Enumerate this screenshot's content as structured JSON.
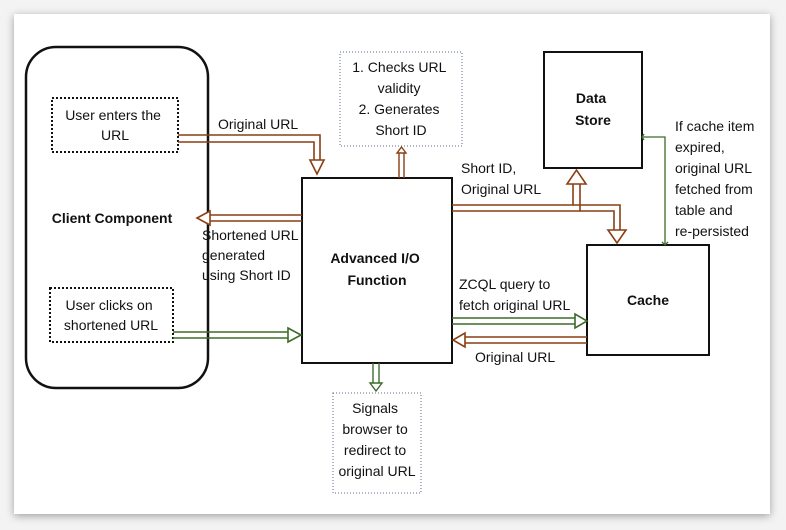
{
  "client_component": {
    "title": "Client Component",
    "user_enters_box": [
      "User enters the",
      "URL"
    ],
    "user_clicks_box": [
      "User clicks on",
      "shortened URL"
    ]
  },
  "function_box": {
    "title": [
      "Advanced I/O",
      "Function"
    ]
  },
  "data_store": {
    "title": [
      "Data",
      "Store"
    ]
  },
  "cache": {
    "title": "Cache"
  },
  "checks_note": [
    "1. Checks URL",
    "validity",
    "2. Generates",
    "Short ID"
  ],
  "signals_note": [
    "Signals",
    "browser to",
    "redirect to",
    "original URL"
  ],
  "labels": {
    "original_url_in": "Original URL",
    "shortened_url": [
      "Shortened URL",
      "generated",
      "using Short ID"
    ],
    "short_id_original": [
      "Short ID,",
      "Original URL"
    ],
    "cache_expiry": [
      "If cache item",
      "expired,",
      "original URL",
      "fetched from",
      "table and",
      "re-persisted"
    ],
    "zcql_query": [
      "ZCQL query to",
      "fetch original URL"
    ],
    "original_url_out": "Original URL"
  },
  "colors": {
    "brown_arrow": "#8a3f12",
    "green_arrow": "#3d6b2a",
    "box_border": "#111111",
    "note_border": "#5a6b8a"
  }
}
